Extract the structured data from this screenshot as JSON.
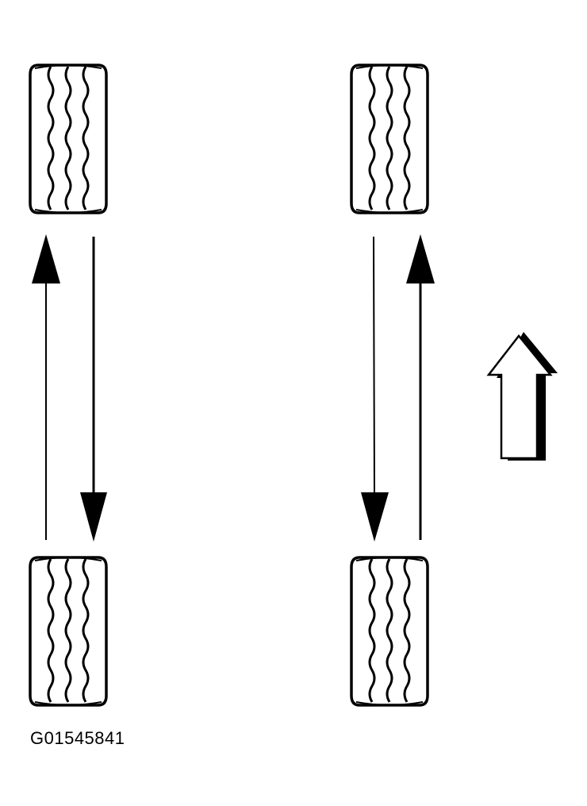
{
  "figure_id": "G01545841",
  "diagram": {
    "type": "tire-rotation",
    "tires": [
      {
        "id": "left-front",
        "side": "left",
        "position": "front"
      },
      {
        "id": "left-rear",
        "side": "left",
        "position": "rear"
      },
      {
        "id": "right-front",
        "side": "right",
        "position": "front"
      },
      {
        "id": "right-rear",
        "side": "right",
        "position": "rear"
      }
    ],
    "rotation_arrows": [
      {
        "from": "left-rear",
        "to": "left-front"
      },
      {
        "from": "left-front",
        "to": "left-rear"
      },
      {
        "from": "right-front",
        "to": "right-rear"
      },
      {
        "from": "right-rear",
        "to": "right-front"
      }
    ],
    "forward_indicator": "up-arrow-icon"
  },
  "colors": {
    "ink": "#000000",
    "paper": "#ffffff"
  }
}
